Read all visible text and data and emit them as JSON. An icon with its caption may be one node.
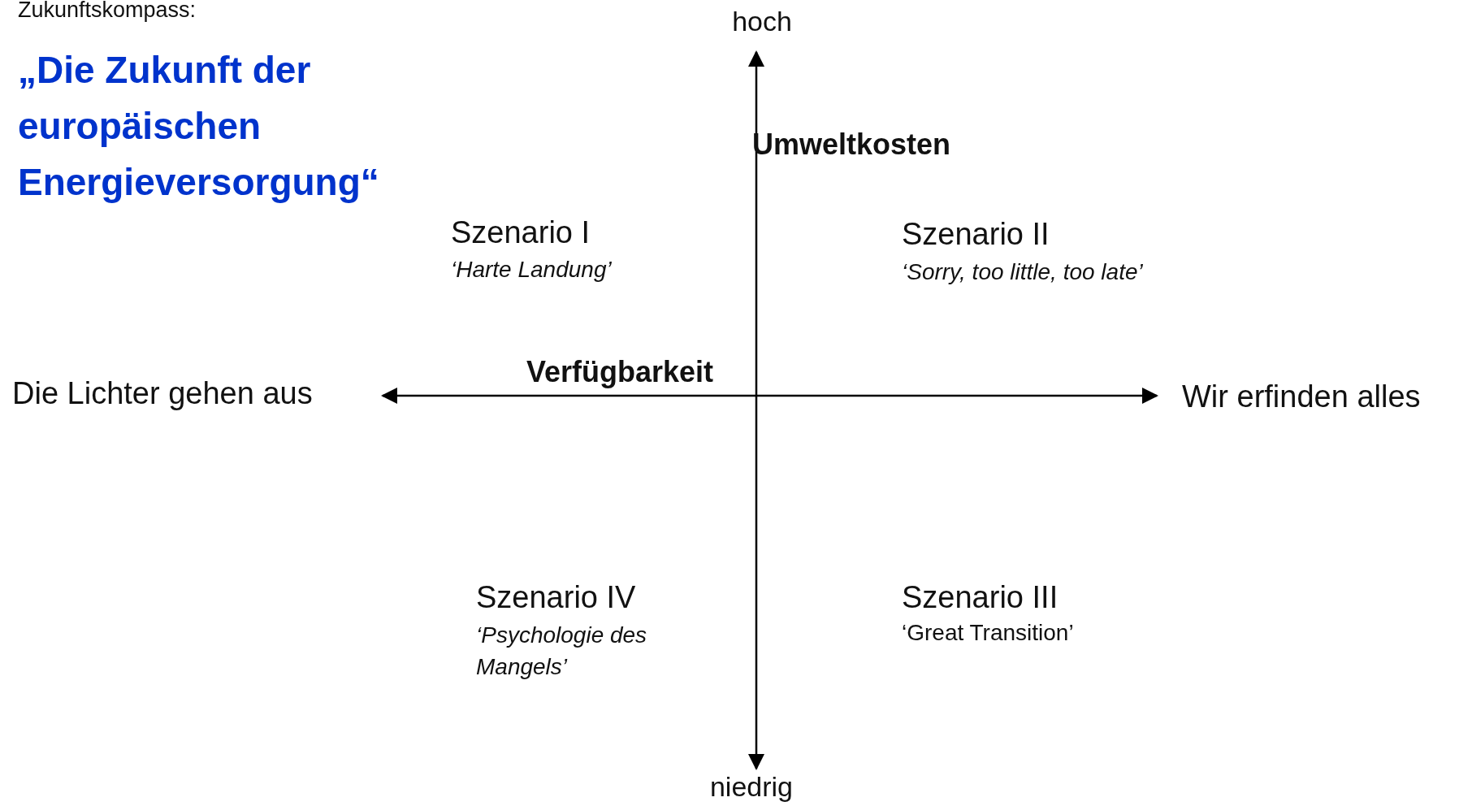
{
  "diagram": {
    "title": "„Die Zukunft der europäischen Energieversorgung“",
    "labels": [
      "Zukunftskompass:",
      "hoch",
      "Umweltkosten",
      "Szenario I",
      "‘Harte Landung’",
      "Szenario II",
      "‘Sorry, too little, too late’",
      "Verfügbarkeit",
      "Die Lichter gehen aus",
      "Wir erfinden alles",
      "Szenario IV",
      "‘Psychologie des Mangels’",
      "Szenario III",
      "‘Great Transition’",
      "niedrig"
    ]
  }
}
